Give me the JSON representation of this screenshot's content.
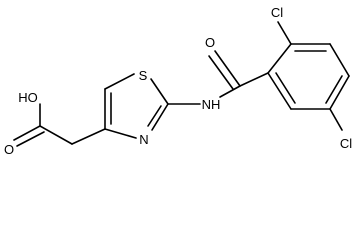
{
  "structure": {
    "atoms": {
      "ho": "HO",
      "o_acid": "O",
      "s": "S",
      "n": "N",
      "nh": "NH",
      "o_amide": "O",
      "cl_top": "Cl",
      "cl_bottom": "Cl"
    }
  }
}
